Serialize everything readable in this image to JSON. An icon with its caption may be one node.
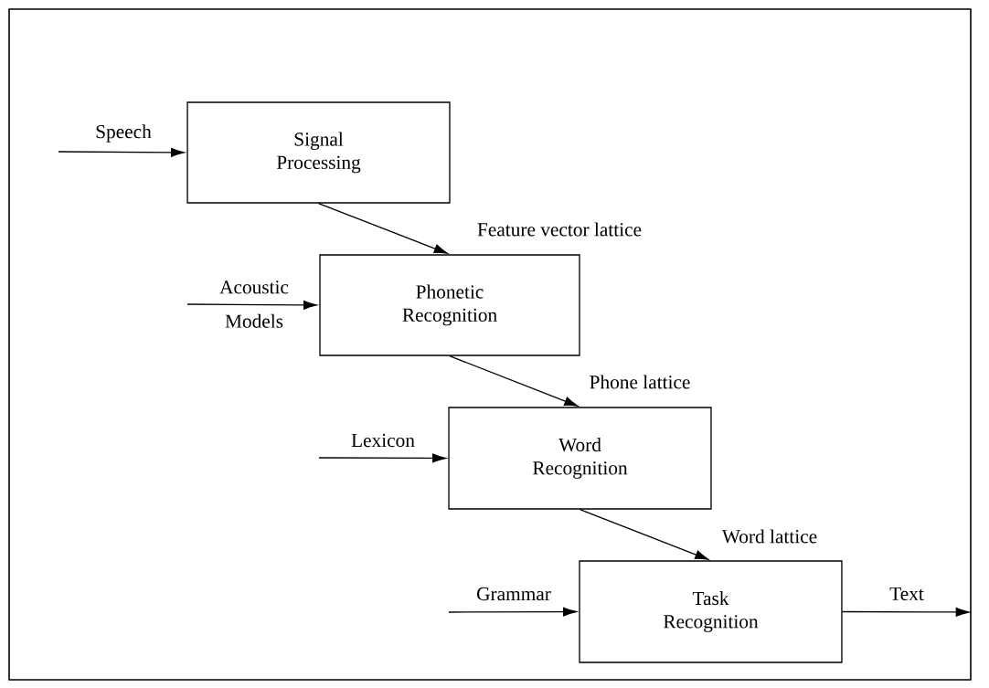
{
  "diagram": {
    "nodes": [
      {
        "text": [
          "Signal Processing"
        ]
      },
      {
        "text": [
          "Phonetic Recognition"
        ]
      },
      {
        "text": [
          "Word Recognition"
        ]
      },
      {
        "text": [
          "Task Recognition"
        ]
      }
    ],
    "edges": [
      {
        "from": null,
        "to": 0,
        "arrow": "to",
        "label": "Speech"
      },
      {
        "from": 0,
        "to": 1,
        "arrow": "to",
        "label": "Feature vector lattice"
      },
      {
        "from": null,
        "to": 1,
        "arrow": "to",
        "label": "Acoustic Models"
      },
      {
        "from": 1,
        "to": 2,
        "arrow": "to",
        "label": "Phone lattice"
      },
      {
        "from": null,
        "to": 2,
        "arrow": "to",
        "label": "Lexicon"
      },
      {
        "from": 2,
        "to": 3,
        "arrow": "to",
        "label": "Word lattice"
      },
      {
        "from": null,
        "to": 3,
        "arrow": "to",
        "label": "Grammar"
      },
      {
        "from": 3,
        "to": null,
        "arrow": "to",
        "label": "Text"
      }
    ]
  }
}
